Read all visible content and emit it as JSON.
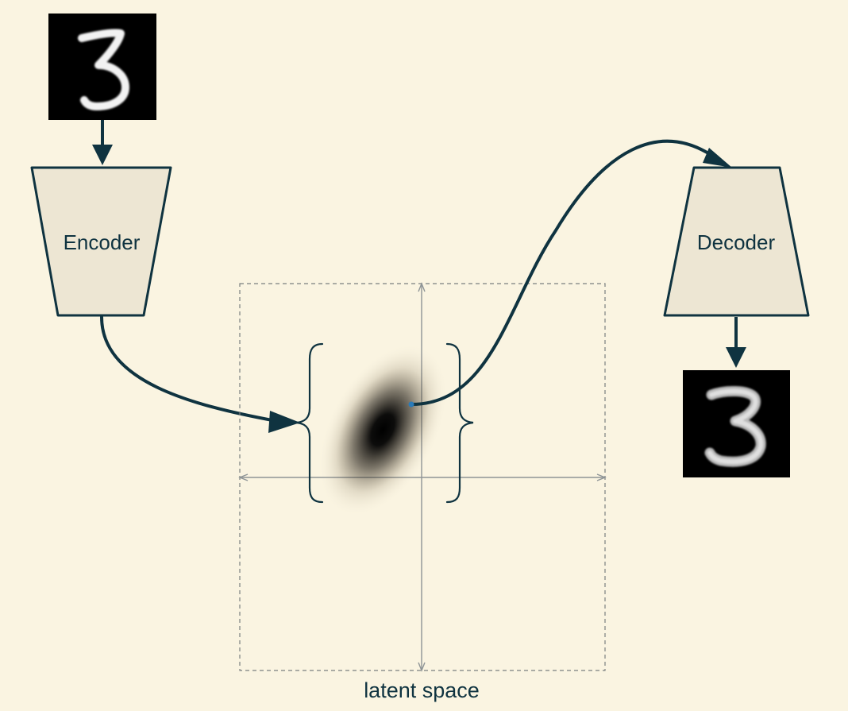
{
  "encoder": {
    "label": "Encoder"
  },
  "decoder": {
    "label": "Decoder"
  },
  "latent_space": {
    "caption": "latent space"
  },
  "colors": {
    "background": "#faf4e1",
    "stroke": "#0f3340",
    "block_fill": "#ede6d3",
    "axis": "#8e9496",
    "sample_point": "#2a7ab8"
  }
}
